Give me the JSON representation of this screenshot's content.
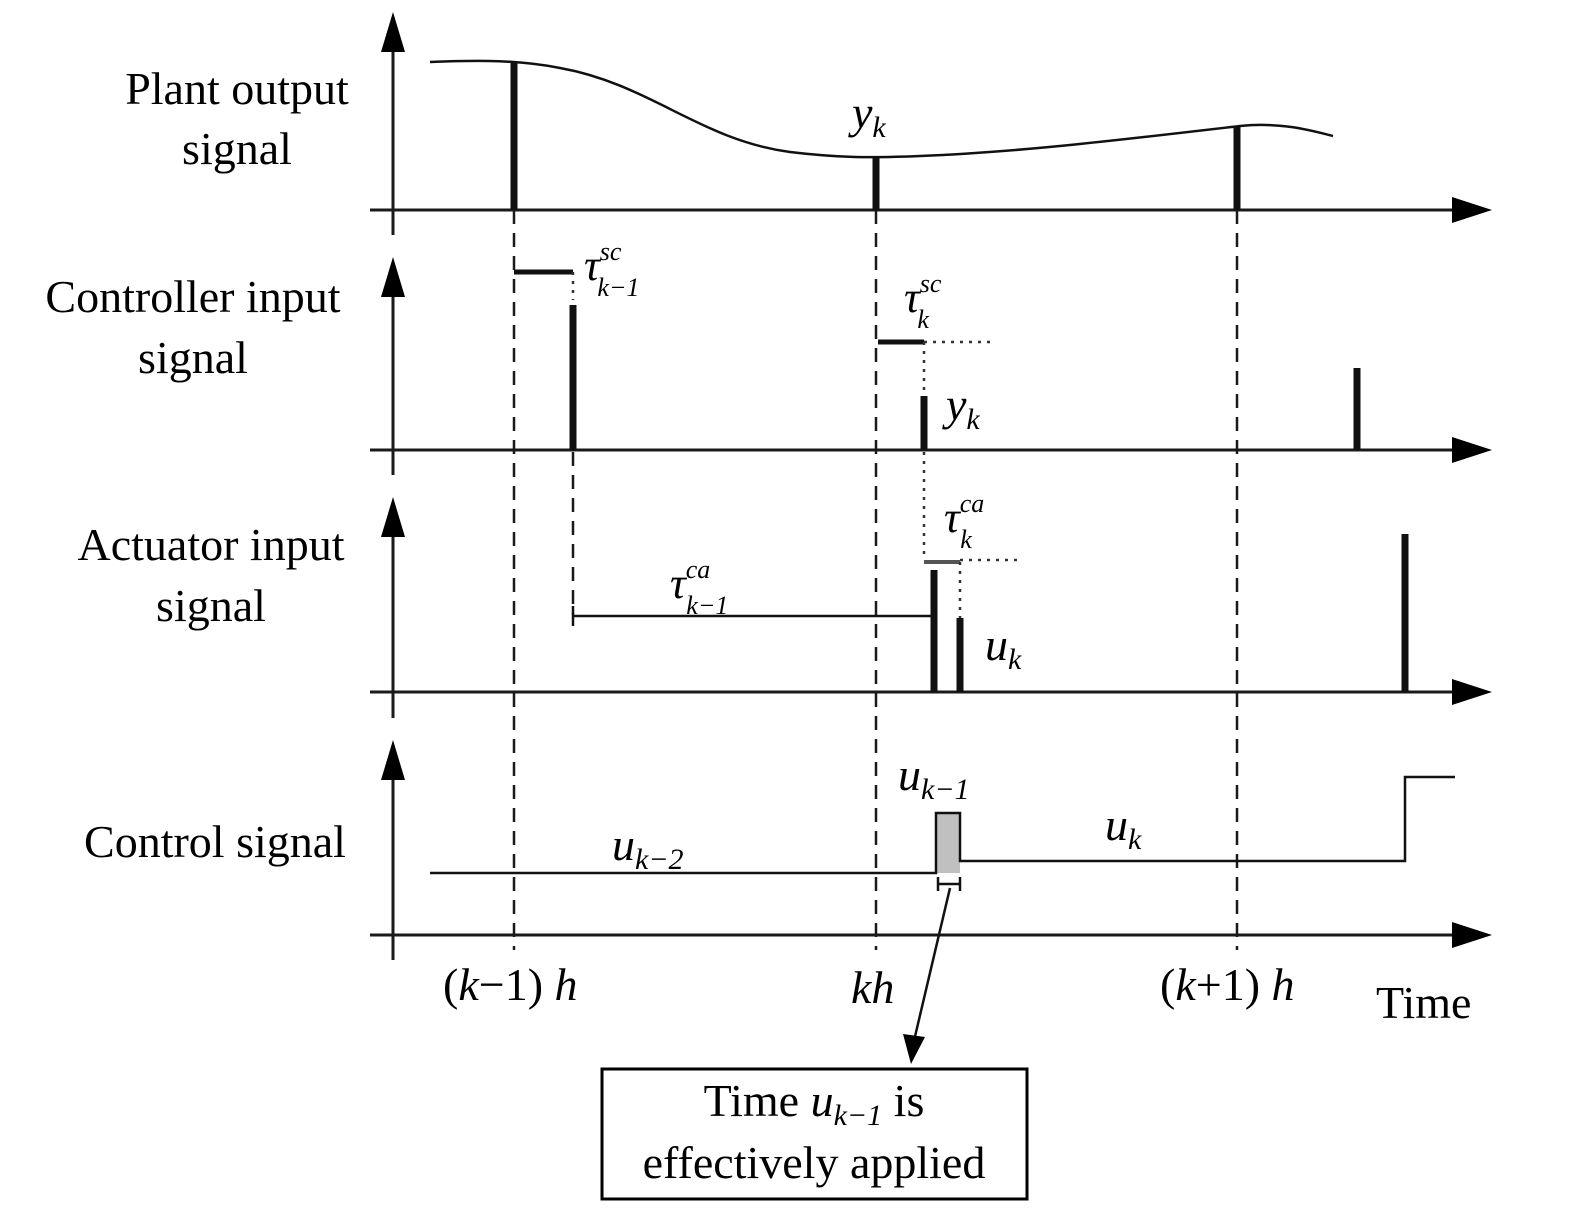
{
  "axes": {
    "plant": "Plant output signal",
    "plant_l1": "Plant output",
    "plant_l2": "signal",
    "controller": "Controller input signal",
    "controller_l1": "Controller input",
    "controller_l2": "signal",
    "actuator": "Actuator input signal",
    "actuator_l1": "Actuator input",
    "actuator_l2": "signal",
    "control": "Control signal"
  },
  "ticks": {
    "k_minus_1": "(k−1) h",
    "k": "kh",
    "k_plus_1": "(k+1) h"
  },
  "time_label": "Time",
  "annotations": {
    "y_k": "y_k",
    "tau_sc_k_minus_1": "τ^sc_{k−1}",
    "tau_sc_k": "τ^sc_k",
    "tau_ca_k": "τ^ca_k",
    "tau_ca_k_minus_1": "τ^ca_{k−1}",
    "u_k": "u_k",
    "u_k_minus_1": "u_{k−1}",
    "u_k_minus_2": "u_{k−2}"
  },
  "symbols": {
    "y": "y",
    "k": "k",
    "tau": "τ",
    "u": "u",
    "sc": "sc",
    "ca": "ca",
    "k_minus_1": "k−1",
    "k_minus_2": "k−2"
  },
  "callout": {
    "text": "Time u_{k−1} is effectively applied",
    "line1_prefix": "Time",
    "line1_suffix": "is",
    "line2": "effectively applied"
  }
}
